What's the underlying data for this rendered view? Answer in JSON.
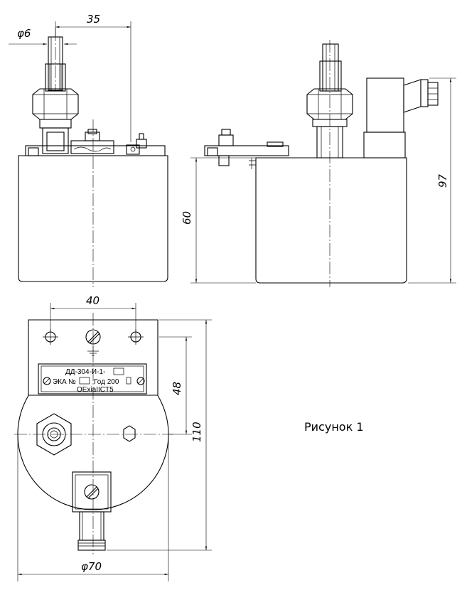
{
  "dimensions": {
    "d_shaft": "φ6",
    "offset_top": "35",
    "height_body": "60",
    "height_total": "97",
    "hole_spacing": "40",
    "plate_height": "48",
    "overall_height": "110",
    "d_body": "φ70"
  },
  "nameplate": {
    "line1": "ДД-304-И-1-",
    "line2_no": "№",
    "line2_year": "Год 200",
    "line3": "OExiaIICT5",
    "mark": "ЭКА"
  },
  "caption": "Рисунок 1"
}
